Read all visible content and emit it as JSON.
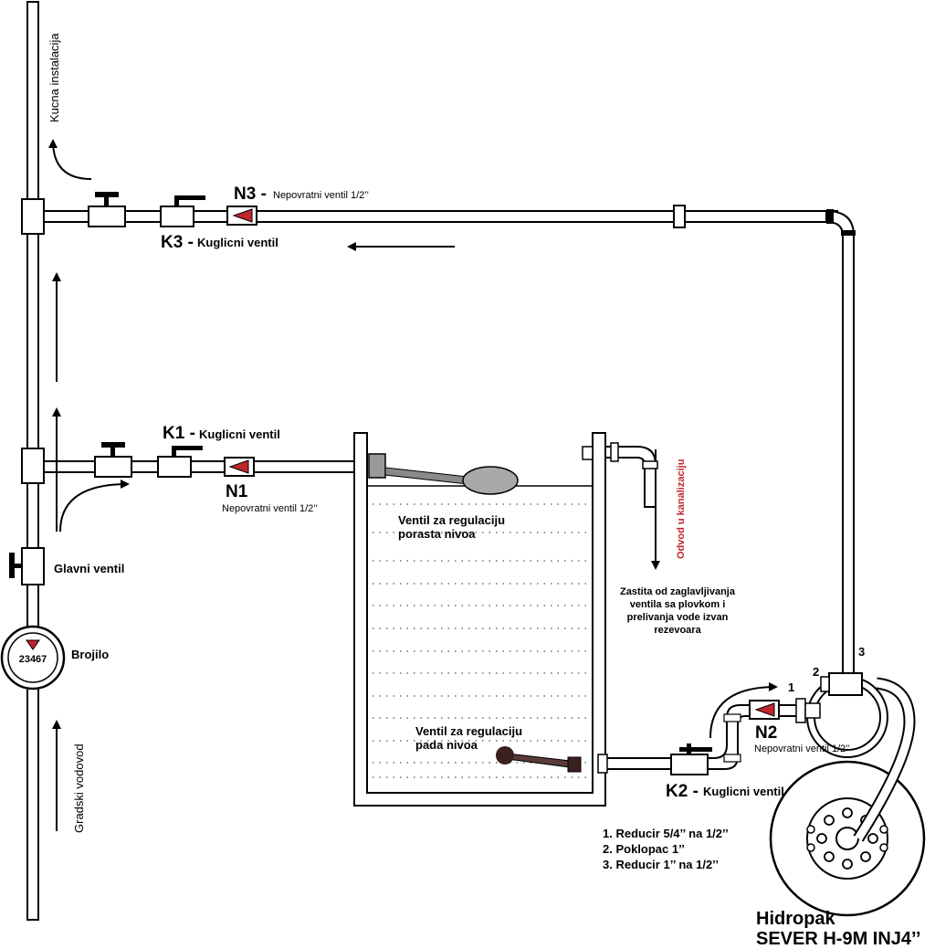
{
  "labels": {
    "kucna_instalacija": "Kucna instalacija",
    "gradski_vodovod": "Gradski vodovod",
    "brojilo": "Brojilo",
    "meter_reading": "23467",
    "glavni_ventil": "Glavni ventil",
    "k1_code": "K1 -",
    "k1_text": "Kuglicni ventil",
    "n1_code": "N1",
    "n1_text": "Nepovratni ventil 1/2’’",
    "k3_code": "K3 -",
    "k3_text": "Kuglicni ventil",
    "n3_code": "N3 -",
    "n3_text": "Nepovratni ventil 1/2’’",
    "float_valve_line1": "Ventil za regulaciju",
    "float_valve_line2": "porasta nivoa",
    "low_valve_line1": "Ventil za regulaciju",
    "low_valve_line2": "pada nivoa",
    "odvod": "Odvod u kanalizaciju",
    "zastita_line1": "Zastita od zaglavljivanja",
    "zastita_line2": "ventila sa plovkom i",
    "zastita_line3": "prelivanja vode izvan",
    "zastita_line4": "rezevoara",
    "n2_code": "N2",
    "n2_text": "Nepovratni ventil 1/2’’",
    "k2_code": "K2 -",
    "k2_text": "Kuglicni ventil",
    "num1": "1",
    "num2": "2",
    "num3": "3",
    "legend_1": "1. Reducir 5/4’’ na 1/2’’",
    "legend_2": "2. Poklopac 1’’",
    "legend_3": "3. Reducir 1’’ na 1/2’’",
    "pump_line1": "Hidropak",
    "pump_line2": "SEVER H-9M INJ4’’"
  },
  "colors": {
    "line": "#000000",
    "check_valve_arrow": "#c0272d",
    "odvod_text": "#c0272d",
    "float_ball": "#a9a9a9",
    "float_arm": "#8a8a8a",
    "low_valve_ball": "#3b2020"
  }
}
